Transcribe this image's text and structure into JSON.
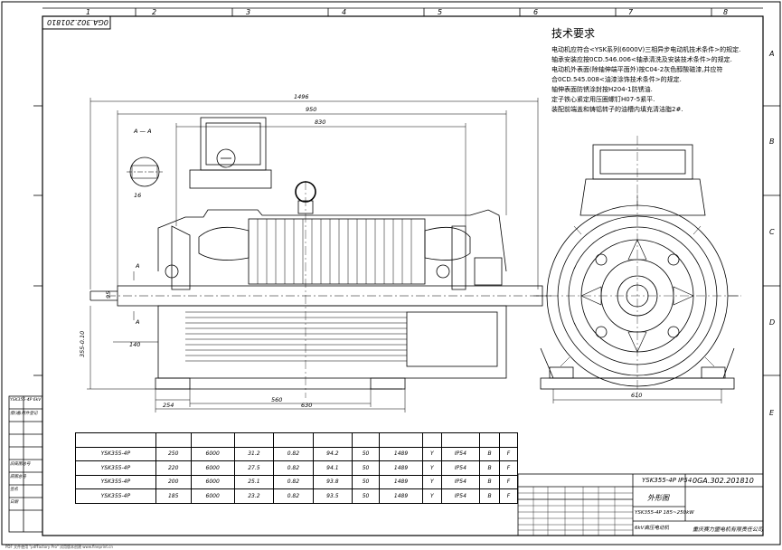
{
  "sheet": {
    "zones_top": [
      "1",
      "2",
      "3",
      "4",
      "5",
      "6",
      "7",
      "8"
    ],
    "zones_side": [
      "A",
      "B",
      "C",
      "D",
      "E"
    ],
    "mirror_code": "0GA.302.201810",
    "footer_text": "PDF 文件使用 \"pdfFactory Pro\" 试用版本创建 www.fineprint.cn"
  },
  "notes": {
    "title": "技术要求",
    "lines": [
      "电动机应符合<YSK系列(6000V)三相异步电动机技术条件>的规定.",
      "轴承安装应按0CD.546.006<轴承清洗及安装技术条件>的规定.",
      "电动机外表面(除轴伸端平面外)按C04-2灰色醇酸磁漆,并应符",
      "合0CD.545.008<油漆涂饰技术条件>的规定.",
      "轴伸表面防锈涂封按H204-1防锈油.",
      "定子铁心紧定用压圈螺钉H07-5紧平.",
      "装配前端盖和铸铝转子的油槽内填充清洁脂2#."
    ]
  },
  "dimensions": {
    "overall_length": "1496",
    "length_950": "950",
    "length_830": "830",
    "section": "A — A",
    "section_mark": "A",
    "height_355": "355-0.10",
    "shaft_140": "140",
    "base_254": "254",
    "base_560": "560",
    "base_630": "630",
    "width_610": "610",
    "key_95": "95",
    "key_16": "16"
  },
  "spec_table": {
    "rows": [
      [
        "YSK355-4P",
        "250",
        "6000",
        "31.2",
        "0.82",
        "94.2",
        "50",
        "1489",
        "Y",
        "IP54",
        "B",
        "F"
      ],
      [
        "YSK355-4P",
        "220",
        "6000",
        "27.5",
        "0.82",
        "94.1",
        "50",
        "1489",
        "Y",
        "IP54",
        "B",
        "F"
      ],
      [
        "YSK355-4P",
        "200",
        "6000",
        "25.1",
        "0.82",
        "93.8",
        "50",
        "1489",
        "Y",
        "IP54",
        "B",
        "F"
      ],
      [
        "YSK355-4P",
        "185",
        "6000",
        "23.2",
        "0.82",
        "93.5",
        "50",
        "1489",
        "Y",
        "IP54",
        "B",
        "F"
      ]
    ]
  },
  "left_panel": {
    "labels": [
      "YSK355-4P 6kV",
      "借(通)用件登记",
      "旧底图总号",
      "底图总号",
      "签名",
      "日期"
    ]
  },
  "title_block": {
    "model": "YSK355-4P IP54",
    "drawing_no": "0GA.302.201810",
    "drawing_title": "外形图",
    "model2": "YSK355-4P  185~250kW",
    "voltage": "6kV高压电动机",
    "company": "重庆赛力盟电机有限责任公司"
  }
}
